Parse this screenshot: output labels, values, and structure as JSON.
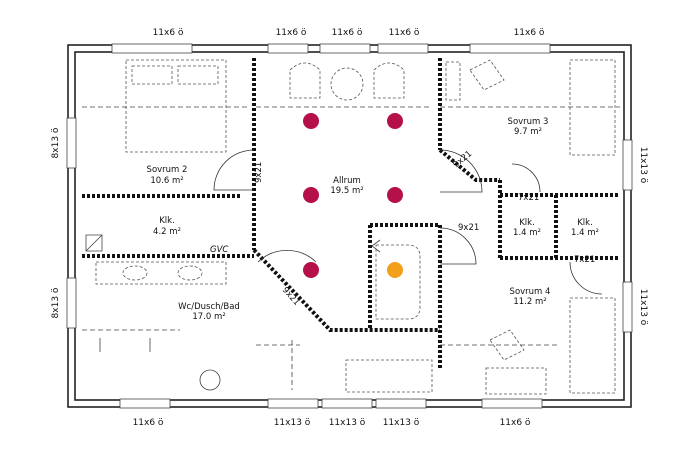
{
  "rooms": {
    "sovrum2": {
      "name": "Sovrum 2",
      "area": "10.6 m²"
    },
    "allrum": {
      "name": "Allrum",
      "area": "19.5 m²"
    },
    "sovrum3": {
      "name": "Sovrum 3",
      "area": "9.7 m²"
    },
    "klk_left": {
      "name": "Klk.",
      "area": "4.2 m²"
    },
    "klk_mid": {
      "name": "Klk.",
      "area": "1.4 m²"
    },
    "klk_right": {
      "name": "Klk.",
      "area": "1.4 m²"
    },
    "wc": {
      "name": "Wc/Dusch/Bad",
      "area": "17.0 m²"
    },
    "sovrum4": {
      "name": "Sovrum 4",
      "area": "11.2 m²"
    }
  },
  "gvc_label": "GVC",
  "windows": {
    "top": [
      "11x6 ö",
      "11x6 ö",
      "11x6 ö",
      "11x6 ö",
      "11x6 ö"
    ],
    "bottom": [
      "11x6 ö",
      "11x13 ö",
      "11x13 ö",
      "11x13 ö",
      "11x6 ö"
    ],
    "left": [
      "8x13 ö",
      "8x13 ö"
    ],
    "right": [
      "11x13 ö",
      "11x13 ö"
    ]
  },
  "doors": {
    "sovrum2": "9x21",
    "sovrum3": "9x21",
    "center_right": "9x21",
    "wc": "9x21",
    "klk_top": "7x21",
    "klk_bottom": "7x21"
  },
  "markers": {
    "magenta": "#b5104a",
    "orange": "#f2a01c"
  }
}
